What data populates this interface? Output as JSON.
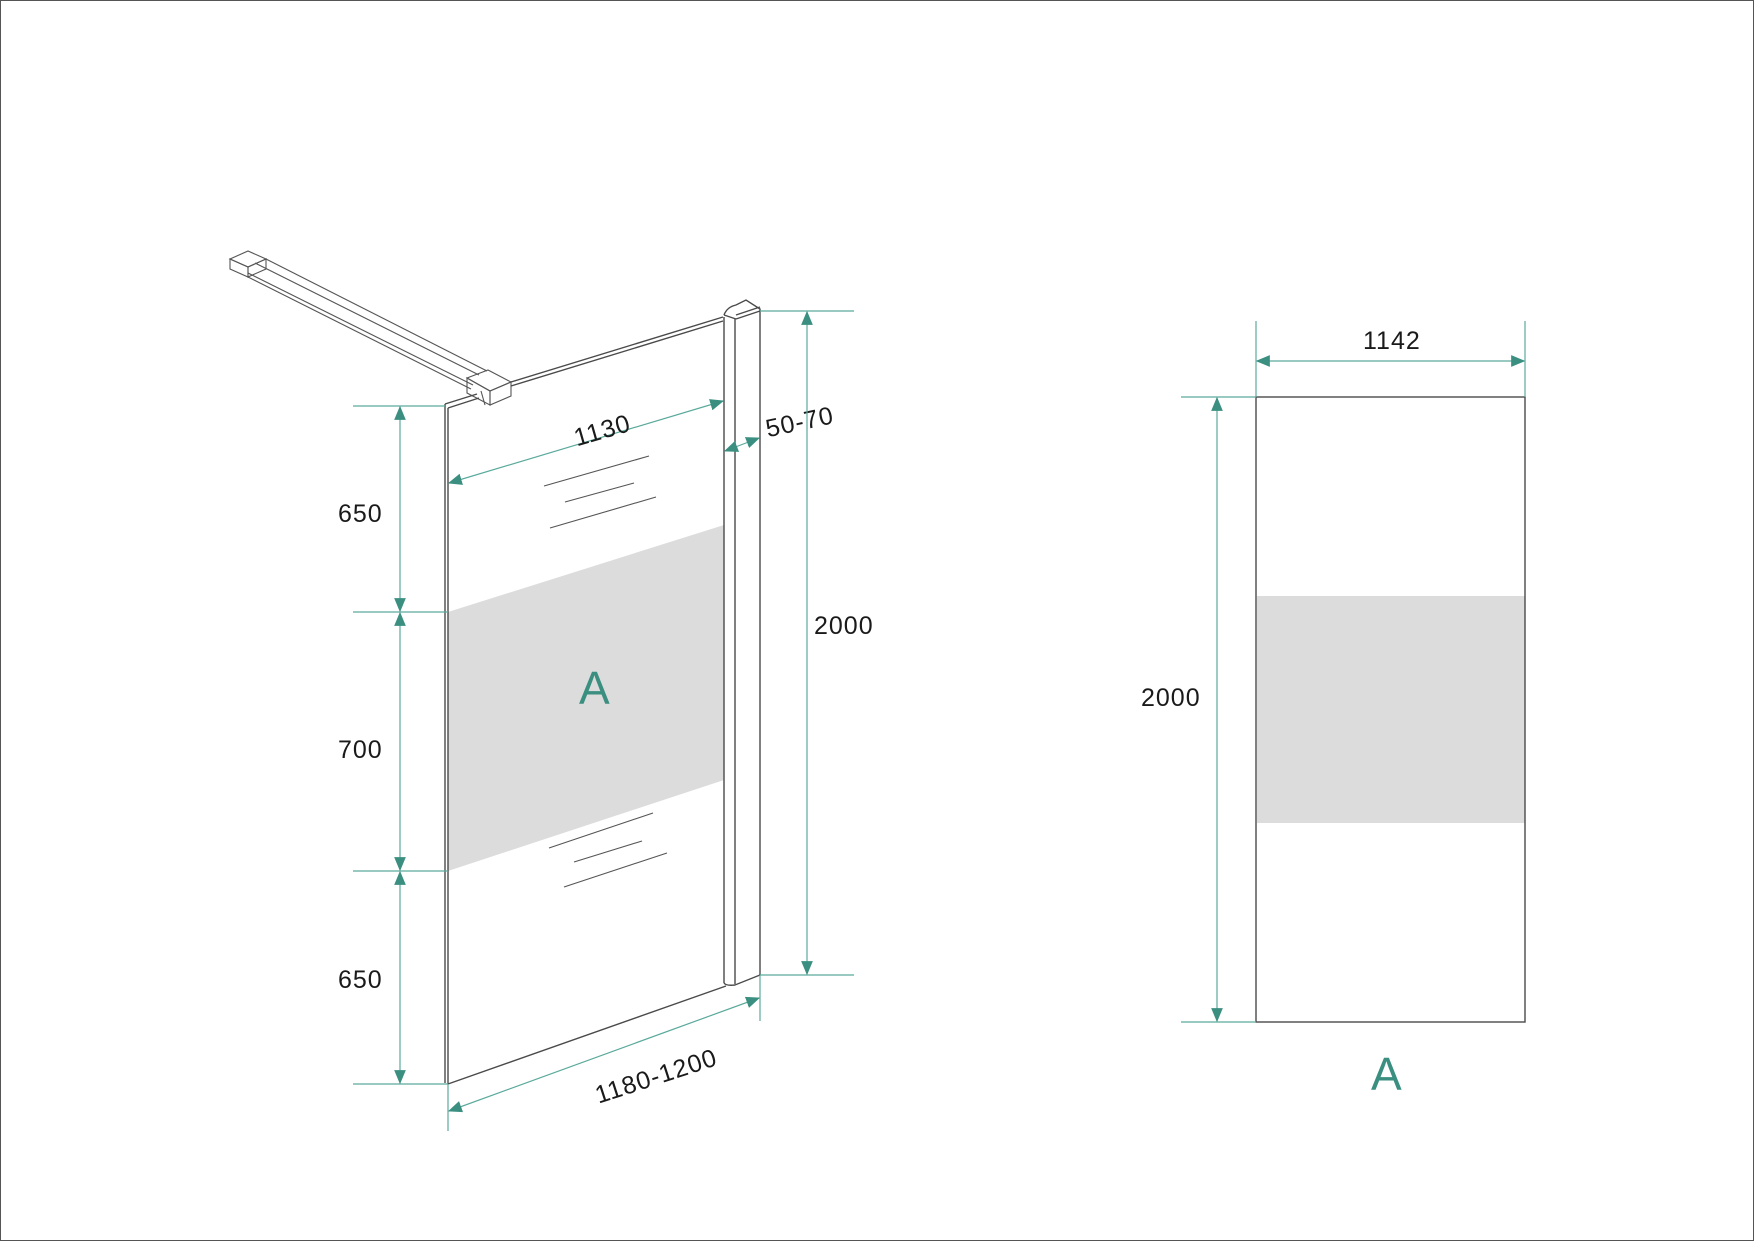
{
  "drawing": {
    "title": "Walk-in shower glass wall dimension drawing",
    "colors": {
      "dimension_line": "#5aaa9c",
      "arrow": "#3a8f80",
      "label_a": "#3a8f80",
      "frosted_band": "#dcdcdc",
      "outline": "#4a4a4a",
      "text": "#1a1a1a"
    }
  },
  "isometric_view": {
    "dimensions": {
      "top_segment": "650",
      "middle_segment": "700",
      "bottom_segment": "650",
      "glass_width": "1130",
      "profile_adjust": "50-70",
      "total_height": "2000",
      "total_width": "1180-1200"
    },
    "frosted_band_label": "A"
  },
  "front_view": {
    "dimensions": {
      "width": "1142",
      "height": "2000"
    },
    "caption": "A"
  }
}
